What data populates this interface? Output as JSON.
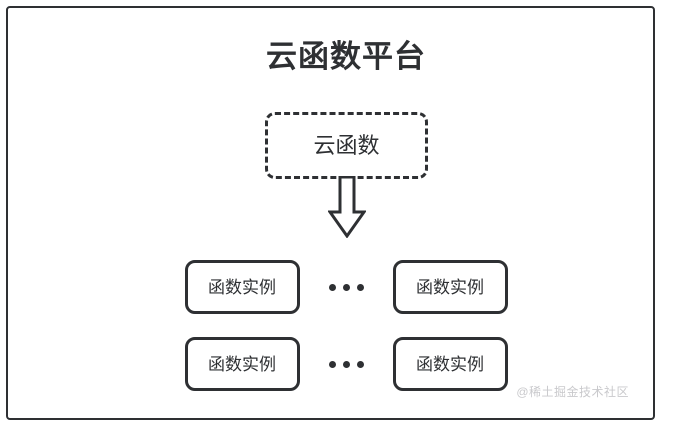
{
  "diagram": {
    "title": "云函数平台",
    "cloud_function": {
      "label": "云函数",
      "border_style": "dashed"
    },
    "arrow": {
      "icon": "down-block-arrow",
      "direction": "down"
    },
    "instance_rows": [
      {
        "left_box": {
          "label": "函数实例"
        },
        "ellipsis": "•••",
        "right_box": {
          "label": "函数实例"
        }
      },
      {
        "left_box": {
          "label": "函数实例"
        },
        "ellipsis": "•••",
        "right_box": {
          "label": "函数实例"
        }
      }
    ],
    "watermark": "@稀土掘金技术社区",
    "colors": {
      "stroke": "#2e3033",
      "background": "#ffffff",
      "watermark": "#c9c9cc"
    }
  }
}
